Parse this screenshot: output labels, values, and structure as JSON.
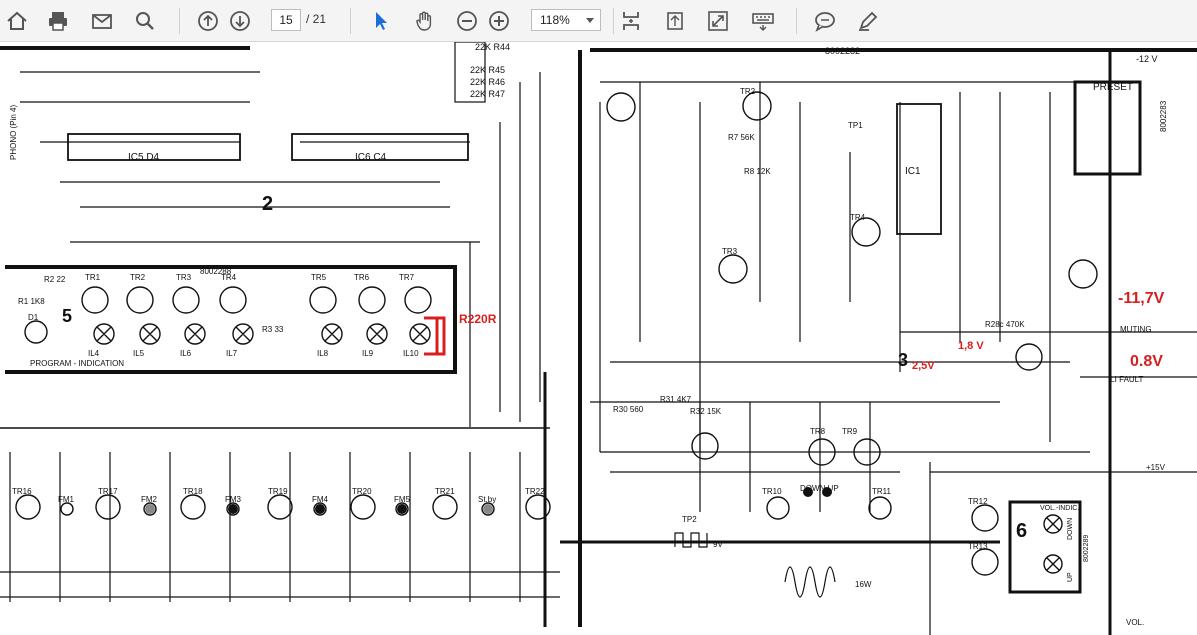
{
  "toolbar": {
    "page_current": "15",
    "page_total": "/ 21",
    "zoom": "118%"
  },
  "icons": [
    "home-icon",
    "print-icon",
    "mail-icon",
    "search-icon",
    "arrow-up-icon",
    "arrow-down-icon",
    "pointer-icon",
    "hand-icon",
    "zoom-out-icon",
    "zoom-in-icon",
    "fit-page-icon",
    "rotate-icon",
    "fullscreen-icon",
    "keyboard-icon",
    "comment-icon",
    "highlight-icon"
  ],
  "schematic": {
    "part_top_left": "8002282",
    "part_top_right": "8002283",
    "part_mid": "8002288",
    "part_right": "8002289",
    "ic5": "IC5  D4",
    "ic6": "IC6  C4",
    "ic1": "IC1",
    "section_2": "2",
    "section_3": "3",
    "section_5": "5",
    "section_6": "6",
    "phono": "PHONO (Pin 4)",
    "preset": "PRESET",
    "muting": "MUTING",
    "ili_fault": "ILI FAULT",
    "minus12": "-12 V",
    "plus15": "+15V",
    "vol": "VOL.",
    "program_indication": "PROGRAM - INDICATION",
    "vol_indic": "VOL.-INDIC.",
    "down": "DOWN",
    "up": "UP",
    "down_up": "DOWN   UP",
    "tr_row": [
      "TR1",
      "TR2",
      "TR3",
      "TR4",
      "TR5",
      "TR6",
      "TR7"
    ],
    "il_row": [
      "IL4",
      "IL5",
      "IL6",
      "IL7",
      "IL8",
      "IL9",
      "IL10"
    ],
    "fm_row": [
      "FM1",
      "FM2",
      "FM3",
      "FM4",
      "FM5",
      "St.by"
    ],
    "tr_low": [
      "TR16",
      "TR17",
      "TR18",
      "TR19",
      "TR20",
      "TR21",
      "TR22"
    ],
    "resistors_top": [
      "22K R44",
      "22K R45",
      "22K R46",
      "22K R47"
    ],
    "labels_right": [
      "R220R",
      "-11,7V",
      "0.8V",
      "1,8 V",
      "2,5V",
      "3"
    ],
    "misc": [
      "R1 1K8",
      "D1",
      "R2 22",
      "R3 33",
      "R30 560",
      "R31 4K7",
      "R32 15K",
      "R7 56K",
      "R8 12K",
      "R28c 470K",
      "TR8",
      "TR9",
      "TR10",
      "TR11",
      "TR12",
      "TR13",
      "TR4",
      "TR3",
      "TR2",
      "TP1",
      "TP2",
      "9V",
      "16W"
    ]
  }
}
